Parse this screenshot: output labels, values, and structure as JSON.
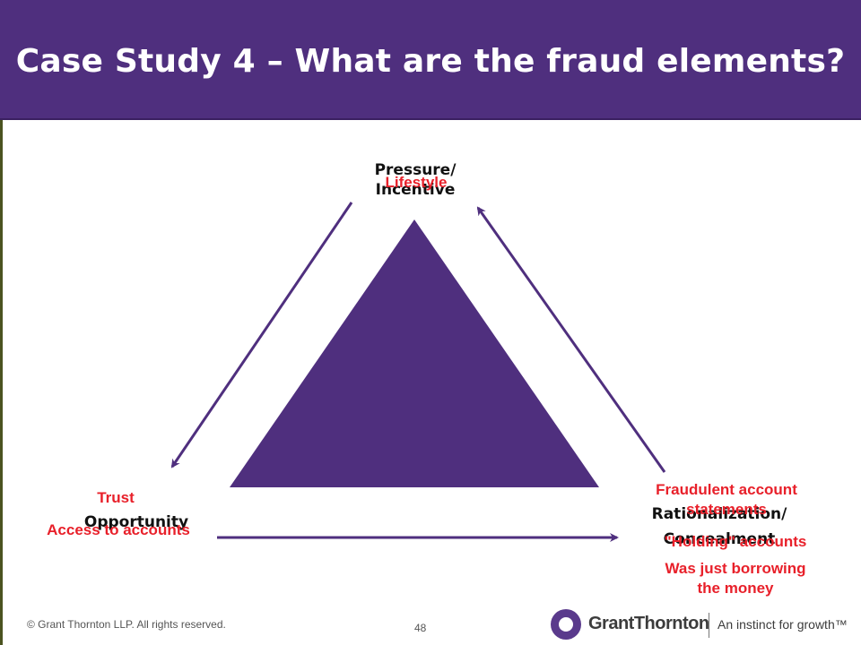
{
  "title": "Case Study 4 – What are the fraud elements?",
  "diagram": {
    "top_node": {
      "line1": "Pressure/",
      "line2": "Incentive"
    },
    "left_node": "Opportunity",
    "right_node": {
      "line1": "Rationalization/",
      "line2": "Concealment"
    },
    "top_annotation": "Lifestyle",
    "left_annotations": [
      "Trust",
      "Access to accounts"
    ],
    "right_annotations": [
      "Fraudulent account statements",
      "\"Holding\" accounts",
      "Was just borrowing",
      "the money"
    ]
  },
  "footer": {
    "copyright": "© Grant Thornton LLP.  All rights reserved.",
    "page": "48",
    "logo_name": "GrantThornton",
    "logo_tagline": "An instinct for growth™"
  },
  "colors": {
    "header": "#4f2f7e",
    "triangle": "#4f2f7e",
    "annotation": "#e8202a",
    "arrow": "#4f2f7e"
  }
}
